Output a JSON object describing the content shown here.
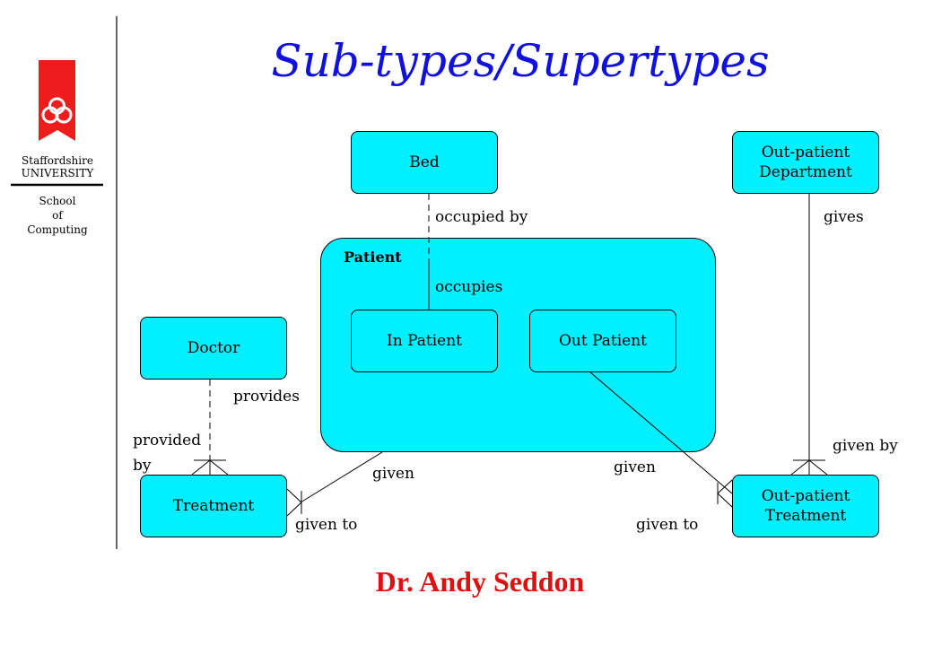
{
  "slide": {
    "title": "Sub-types/Supertypes",
    "author": "Dr. Andy Seddon"
  },
  "sidebar": {
    "university_line1": "Staffordshire",
    "university_line2": "UNIVERSITY",
    "school_line1": "School",
    "school_line2": "of",
    "school_line3": "Computing",
    "logo_color": "#ee1c1c"
  },
  "diagram": {
    "entity_color": "#00f0ff",
    "entities": {
      "bed": "Bed",
      "outpatient_department": "Out-patient\nDepartment",
      "patient": "Patient",
      "in_patient": "In Patient",
      "out_patient": "Out Patient",
      "doctor": "Doctor",
      "treatment": "Treatment",
      "outpatient_treatment": "Out-patient\nTreatment"
    },
    "relationship_labels": {
      "occupied_by": "occupied by",
      "occupies": "occupies",
      "gives": "gives",
      "provides": "provides",
      "provided_by": "provided\nby",
      "given_by": "given by",
      "given_patient_treatment": "given",
      "given_outpatient_treatment": "given",
      "given_to_treatment": "given to",
      "given_to_outpatient": "given to"
    }
  }
}
